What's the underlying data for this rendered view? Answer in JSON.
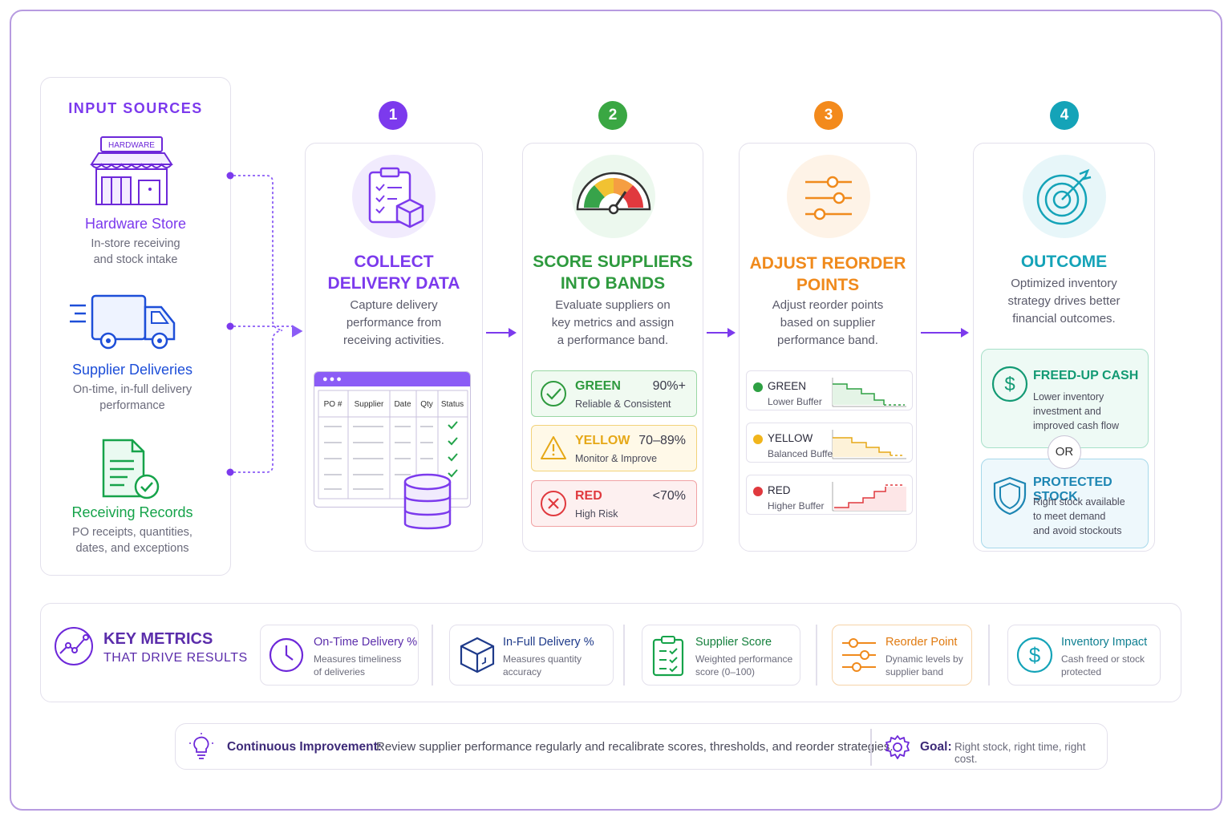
{
  "input_sources": {
    "title": "INPUT SOURCES",
    "hardware_sign": "HARDWARE",
    "hardware_store": {
      "title": "Hardware Store",
      "desc_line1": "In-store receiving",
      "desc_line2": "and stock intake"
    },
    "supplier_deliveries": {
      "title": "Supplier Deliveries",
      "desc_line1": "On-time, in-full delivery",
      "desc_line2": "performance"
    },
    "receiving_records": {
      "title": "Receiving Records",
      "desc_line1": "PO receipts, quantities,",
      "desc_line2": "dates, and exceptions"
    }
  },
  "steps": {
    "s1": {
      "number": "1",
      "title_line1": "COLLECT",
      "title_line2": "DELIVERY DATA",
      "desc_line1": "Capture delivery",
      "desc_line2": "performance from",
      "desc_line3": "receiving activities.",
      "table_headers": [
        "PO #",
        "Supplier",
        "Date",
        "Qty",
        "Status"
      ]
    },
    "s2": {
      "number": "2",
      "title_line1": "SCORE SUPPLIERS",
      "title_line2": "INTO BANDS",
      "desc_line1": "Evaluate suppliers on",
      "desc_line2": "key metrics and assign",
      "desc_line3": "a performance band.",
      "bands": [
        {
          "name": "GREEN",
          "pct": "90%+",
          "sub": "Reliable & Consistent"
        },
        {
          "name": "YELLOW",
          "pct": "70–89%",
          "sub": "Monitor & Improve"
        },
        {
          "name": "RED",
          "pct": "<70%",
          "sub": "High Risk"
        }
      ]
    },
    "s3": {
      "number": "3",
      "title_line1": "ADJUST REORDER",
      "title_line2": "POINTS",
      "desc_line1": "Adjust reorder points",
      "desc_line2": "based on supplier",
      "desc_line3": "performance band.",
      "bands": [
        {
          "name": "GREEN",
          "sub": "Lower Buffer"
        },
        {
          "name": "YELLOW",
          "sub": "Balanced Buffer"
        },
        {
          "name": "RED",
          "sub": "Higher Buffer"
        }
      ]
    },
    "s4": {
      "number": "4",
      "title": "OUTCOME",
      "desc_line1": "Optimized inventory",
      "desc_line2": "strategy drives better",
      "desc_line3": "financial outcomes.",
      "freed_cash": {
        "title": "FREED-UP CASH",
        "desc_line1": "Lower inventory",
        "desc_line2": "investment and",
        "desc_line3": "improved cash flow"
      },
      "or_label": "OR",
      "protected_stock": {
        "title": "PROTECTED STOCK",
        "desc_line1": "Right stock available",
        "desc_line2": "to meet demand",
        "desc_line3": "and avoid stockouts"
      }
    }
  },
  "metrics": {
    "title_line1": "KEY METRICS",
    "title_line2": "THAT DRIVE RESULTS",
    "items": [
      {
        "title": "On-Time Delivery %",
        "desc_line1": "Measures timeliness",
        "desc_line2": "of deliveries"
      },
      {
        "title": "In-Full Delivery %",
        "desc_line1": "Measures quantity",
        "desc_line2": "accuracy"
      },
      {
        "title": "Supplier Score",
        "desc_line1": "Weighted performance",
        "desc_line2": "score (0–100)"
      },
      {
        "title": "Reorder Point",
        "desc_line1": "Dynamic levels by",
        "desc_line2": "supplier band"
      },
      {
        "title": "Inventory Impact",
        "desc_line1": "Cash freed or stock",
        "desc_line2": "protected"
      }
    ]
  },
  "footer": {
    "ci_label": "Continuous Improvement:",
    "ci_text": "Review supplier performance regularly and recalibrate scores, thresholds, and reorder strategies.",
    "goal_label": "Goal:",
    "goal_text": "Right stock, right time, right cost."
  },
  "colors": {
    "purple": "#7c3aed",
    "green": "#2ea043",
    "orange": "#f08a1c",
    "teal": "#14a3b8",
    "red": "#e0393e",
    "yellow": "#e6a817"
  }
}
